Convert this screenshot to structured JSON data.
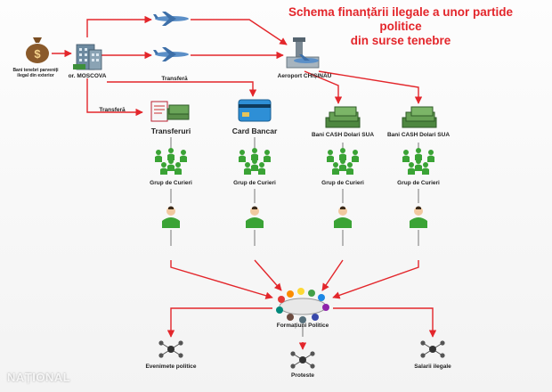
{
  "title": {
    "line1": "Schema  finanțării ilegale a unor partide politice",
    "line2": "din surse tenebre"
  },
  "labels": {
    "money_source": "Bani tenebri parveniți ilegal din exterior",
    "moscow": "or. MOSCOVA",
    "airport": "Aeroport CHIȘINĂU",
    "transfer1": "Transferă",
    "transfer2": "Transferă",
    "transfers": "Transferuri",
    "card": "Card Bancar",
    "cash1": "Bani CASH  Dolari SUA",
    "cash2": "Bani CASH  Dolari SUA",
    "couriers": "Grup de Curieri",
    "political": "Formațiuni Politice",
    "events": "Evenimete politice",
    "protests": "Proteste",
    "salaries": "Salarii ilegale"
  },
  "colors": {
    "title": "#e3262b",
    "arrow": "#e3262b",
    "money_bag": "#8a5a2b",
    "people": "#3aa335",
    "card": "#2e8fd6",
    "plane": "#5b8fc7"
  },
  "icons": {
    "money_bag": "money-bag-icon",
    "building": "building-icon",
    "plane": "airplane-icon",
    "airport": "airport-icon",
    "cash": "cash-stack-icon",
    "card": "bank-card-icon",
    "people": "people-group-icon",
    "person": "person-icon",
    "meeting": "meeting-table-icon",
    "network": "network-icon"
  },
  "watermark": "NAȚIONAL"
}
